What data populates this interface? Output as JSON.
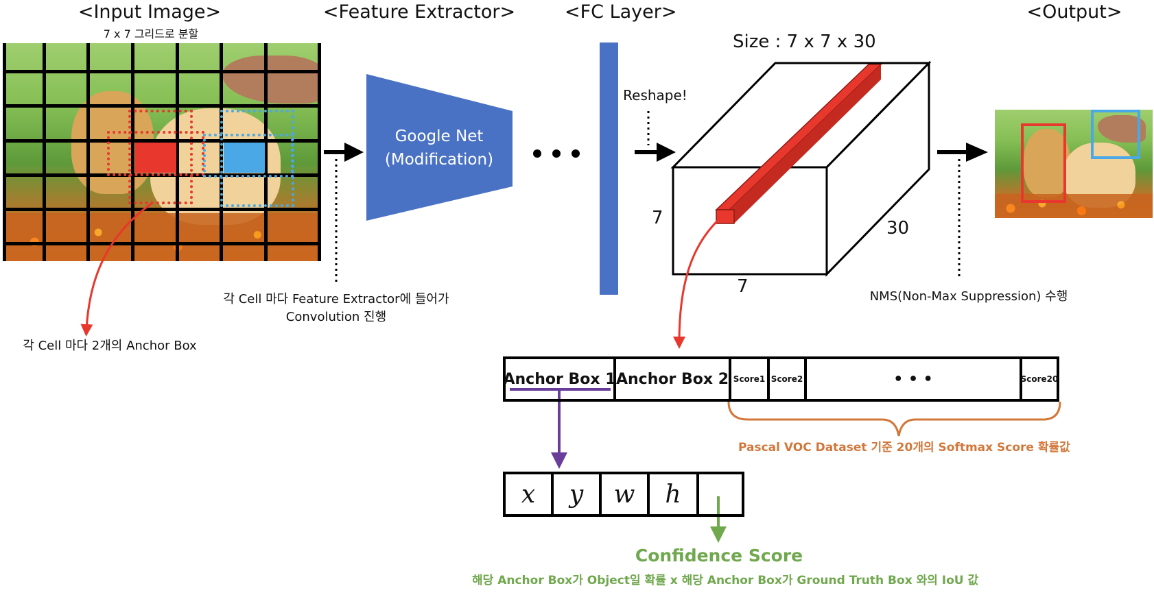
{
  "headers": {
    "input_image": "<Input Image>",
    "feature_extractor": "<Feature Extractor>",
    "fc_layer": "<FC Layer>",
    "output": "<Output>"
  },
  "input": {
    "subtitle": "7 x 7 그리드로 분할",
    "anchor_note": "각 Cell 마다 2개의 Anchor Box"
  },
  "extractor": {
    "label_line1": "Google Net",
    "label_line2": "(Modification)",
    "note_line1": "각 Cell 마다 Feature Extractor에 들어가",
    "note_line2": "Convolution 진행"
  },
  "ellipsis": "• • •",
  "fc": {
    "reshape_label": "Reshape!"
  },
  "tensor": {
    "size_label": "Size : 7 x 7 x 30",
    "dim_height": "7",
    "dim_width": "7",
    "dim_depth": "30"
  },
  "output": {
    "nms_note": "NMS(Non-Max Suppression) 수행"
  },
  "vector": {
    "cells": [
      "Anchor Box 1",
      "Anchor Box 2",
      "Score1",
      "Score2",
      "• • •",
      "Score20"
    ],
    "brace_label": "Pascal VOC Dataset 기준 20개의 Softmax Score 확률값"
  },
  "bbox": {
    "cells": [
      "x",
      "y",
      "w",
      "h",
      ""
    ],
    "confidence_title": "Confidence Score",
    "confidence_desc": "해당 Anchor Box가 Object일 확률 x 해당 Anchor Box가 Ground Truth Box 와의 IoU 값"
  },
  "colors": {
    "red": "#e8372c",
    "blue": "#4aa8e6",
    "net_blue": "#4a72c4",
    "orange": "#d2773a",
    "green": "#70a84e",
    "purple": "#6a3d9a"
  }
}
